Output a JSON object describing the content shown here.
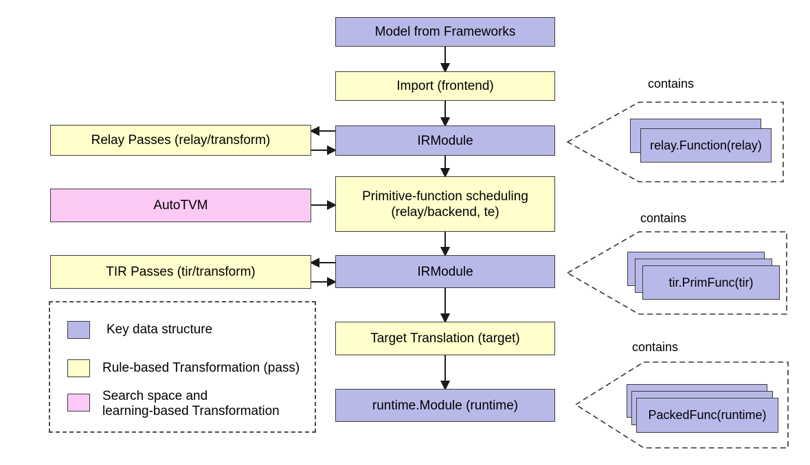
{
  "colors": {
    "key_data_structure": "#b9b9e9",
    "rule_based_transformation": "#ffffcc",
    "search_based_transformation": "#fbc9f3",
    "box_border": "#3c3c3c",
    "arrow": "#1a1a1a"
  },
  "nodes": {
    "model": "Model from Frameworks",
    "import_frontend": "Import (frontend)",
    "irmodule_relay": "IRModule",
    "sched_line1": "Primitive-function scheduling",
    "sched_line2": "(relay/backend, te)",
    "irmodule_tir": "IRModule",
    "target_translation": "Target Translation (target)",
    "runtime_module": "runtime.Module (runtime)",
    "relay_passes": "Relay Passes (relay/transform)",
    "autotvm": "AutoTVM",
    "tir_passes": "TIR Passes (tir/transform)"
  },
  "legend": {
    "key_data": "Key data structure",
    "rule_based": "Rule-based Transformation (pass)",
    "search_line1": "Search space and",
    "search_line2": "learning-based Transformation"
  },
  "contains_groups": [
    {
      "label": "contains",
      "item": "relay.Function(relay)"
    },
    {
      "label": "contains",
      "item": "tir.PrimFunc(tir)"
    },
    {
      "label": "contains",
      "item": "PackedFunc(runtime)"
    }
  ]
}
